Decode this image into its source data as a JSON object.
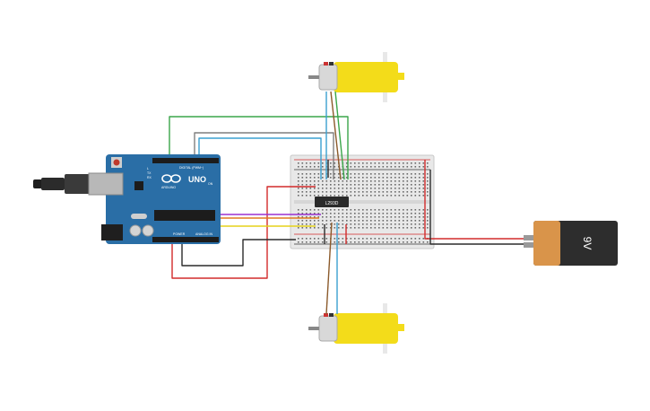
{
  "arduino": {
    "brand": "ARDUINO",
    "model": "UNO",
    "digital_label": "DIGITAL (PWM~)",
    "power_label": "POWER",
    "analog_label": "ANALOG IN",
    "tx_label": "TX",
    "rx_label": "RX",
    "on_label": "ON",
    "l_label": "L"
  },
  "chip": {
    "label": "L293D"
  },
  "battery": {
    "label": "9V"
  },
  "wire_colors": {
    "red": "#d22b2b",
    "black": "#2b2b2b",
    "green": "#3aa64a",
    "blue": "#3aa0d0",
    "gray": "#7f7f7f",
    "yellow": "#e6d21a",
    "purple": "#9b30d0",
    "orange": "#e07a20",
    "brown": "#8b5a2b"
  },
  "colors": {
    "board": "#2a6ea6",
    "breadboard": "#e8e8e8",
    "motor": "#f3dc1a",
    "battery_body": "#2d2d2d",
    "battery_band": "#d9944a"
  }
}
